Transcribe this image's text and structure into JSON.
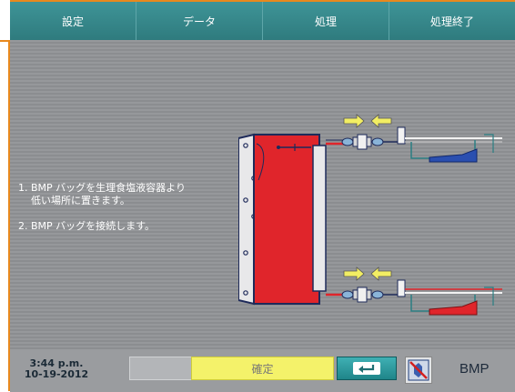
{
  "tabs": [
    {
      "label": "設定"
    },
    {
      "label": "データ"
    },
    {
      "label": "処理"
    },
    {
      "label": "処理終了"
    }
  ],
  "instructions": {
    "step1_line1": "1. BMP バッグを生理食塩液容器より",
    "step1_line2": "低い場所に置きます。",
    "step2": "2. BMP バッグを接続します。"
  },
  "footer": {
    "time": "3:44 p.m.",
    "date": "10-19-2012",
    "confirm_label": "確定",
    "mode_label": "BMP"
  },
  "icons": {
    "back": "return-arrow-icon",
    "alarm": "alarm-muted-icon",
    "arrows": "connect-arrows-icon"
  },
  "colors": {
    "tab_bg": "#35878a",
    "accent": "#e8891e",
    "confirm_bg": "#f4f26a",
    "bag_red": "#e0252b",
    "arrow_yellow": "#f2ee63"
  }
}
